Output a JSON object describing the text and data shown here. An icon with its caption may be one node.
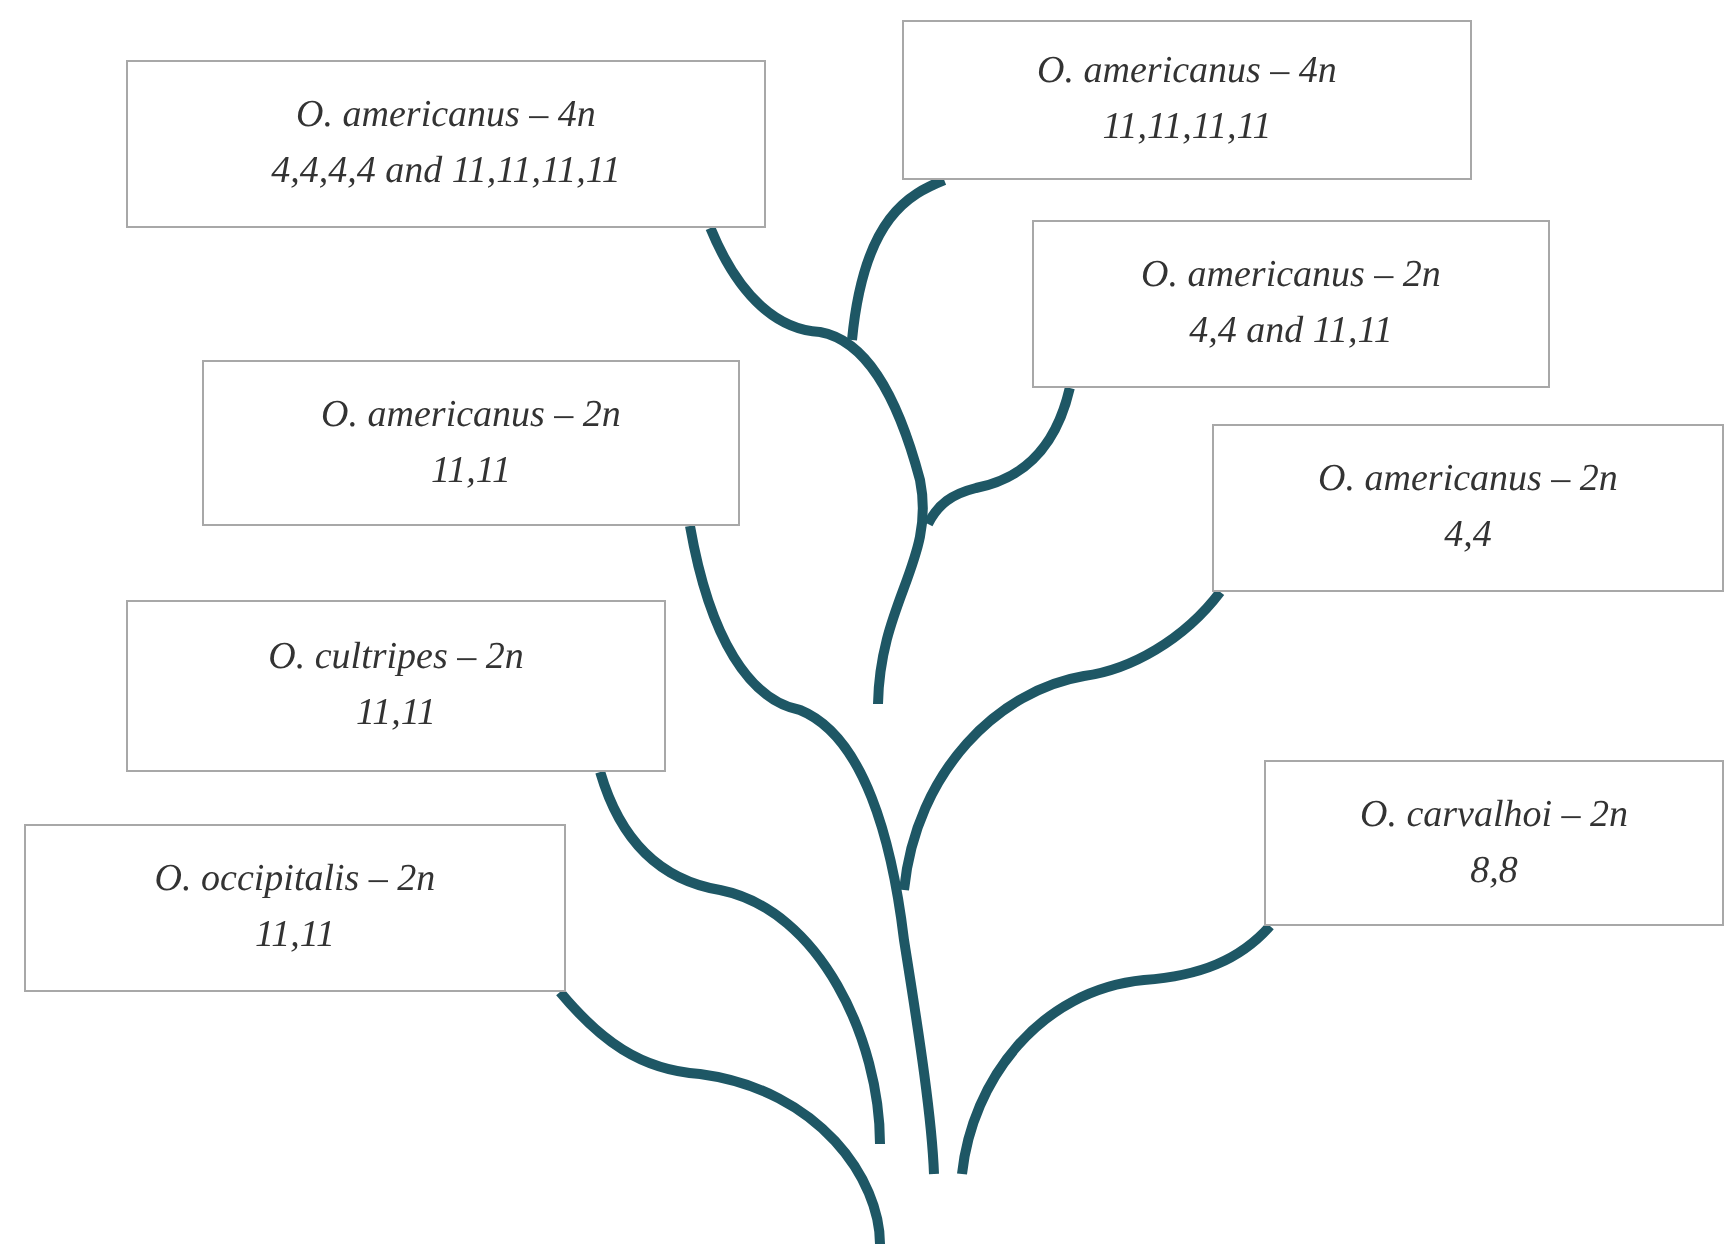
{
  "diagram": {
    "nodes": [
      {
        "text": [
          "O. americanus – 4n",
          "4,4,4,4 and 11,11,11,11"
        ]
      },
      {
        "text": [
          "O. americanus – 4n",
          "11,11,11,11"
        ]
      },
      {
        "text": [
          "O. americanus – 2n",
          "4,4 and 11,11"
        ]
      },
      {
        "text": [
          "O. americanus – 2n",
          "11,11"
        ]
      },
      {
        "text": [
          "O. americanus – 2n",
          "4,4"
        ]
      },
      {
        "text": [
          "O. cultripes – 2n",
          "11,11"
        ]
      },
      {
        "text": [
          "O. carvalhoi – 2n",
          "8,8"
        ]
      },
      {
        "text": [
          "O. occipitalis – 2n",
          "11,11"
        ]
      }
    ],
    "edges": [
      {
        "from": 0,
        "to": null,
        "arrow": "none"
      },
      {
        "from": 1,
        "to": null,
        "arrow": "none"
      },
      {
        "from": 2,
        "to": null,
        "arrow": "none"
      },
      {
        "from": 3,
        "to": null,
        "arrow": "none"
      },
      {
        "from": 4,
        "to": null,
        "arrow": "none"
      },
      {
        "from": 5,
        "to": null,
        "arrow": "none"
      },
      {
        "from": 6,
        "to": null,
        "arrow": "none"
      },
      {
        "from": 7,
        "to": null,
        "arrow": "none"
      }
    ]
  }
}
